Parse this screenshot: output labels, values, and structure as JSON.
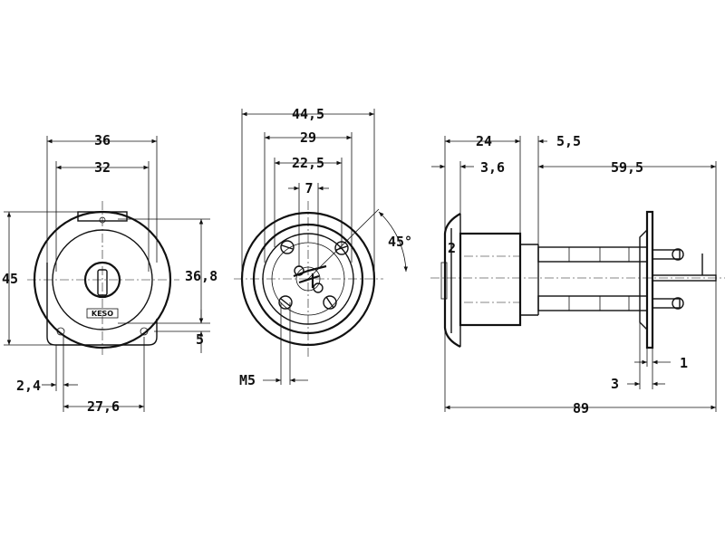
{
  "front_view": {
    "dims": [
      "36",
      "32",
      "45",
      "36,8",
      "5",
      "2,4",
      "27,6"
    ],
    "brand": "KESO"
  },
  "middle_view": {
    "dims": [
      "44,5",
      "29",
      "22,5",
      "7",
      "45°",
      "M5"
    ]
  },
  "side_view": {
    "dims": [
      "24",
      "5,5",
      "3,6",
      "59,5",
      "2",
      "1",
      "3",
      "89"
    ]
  }
}
